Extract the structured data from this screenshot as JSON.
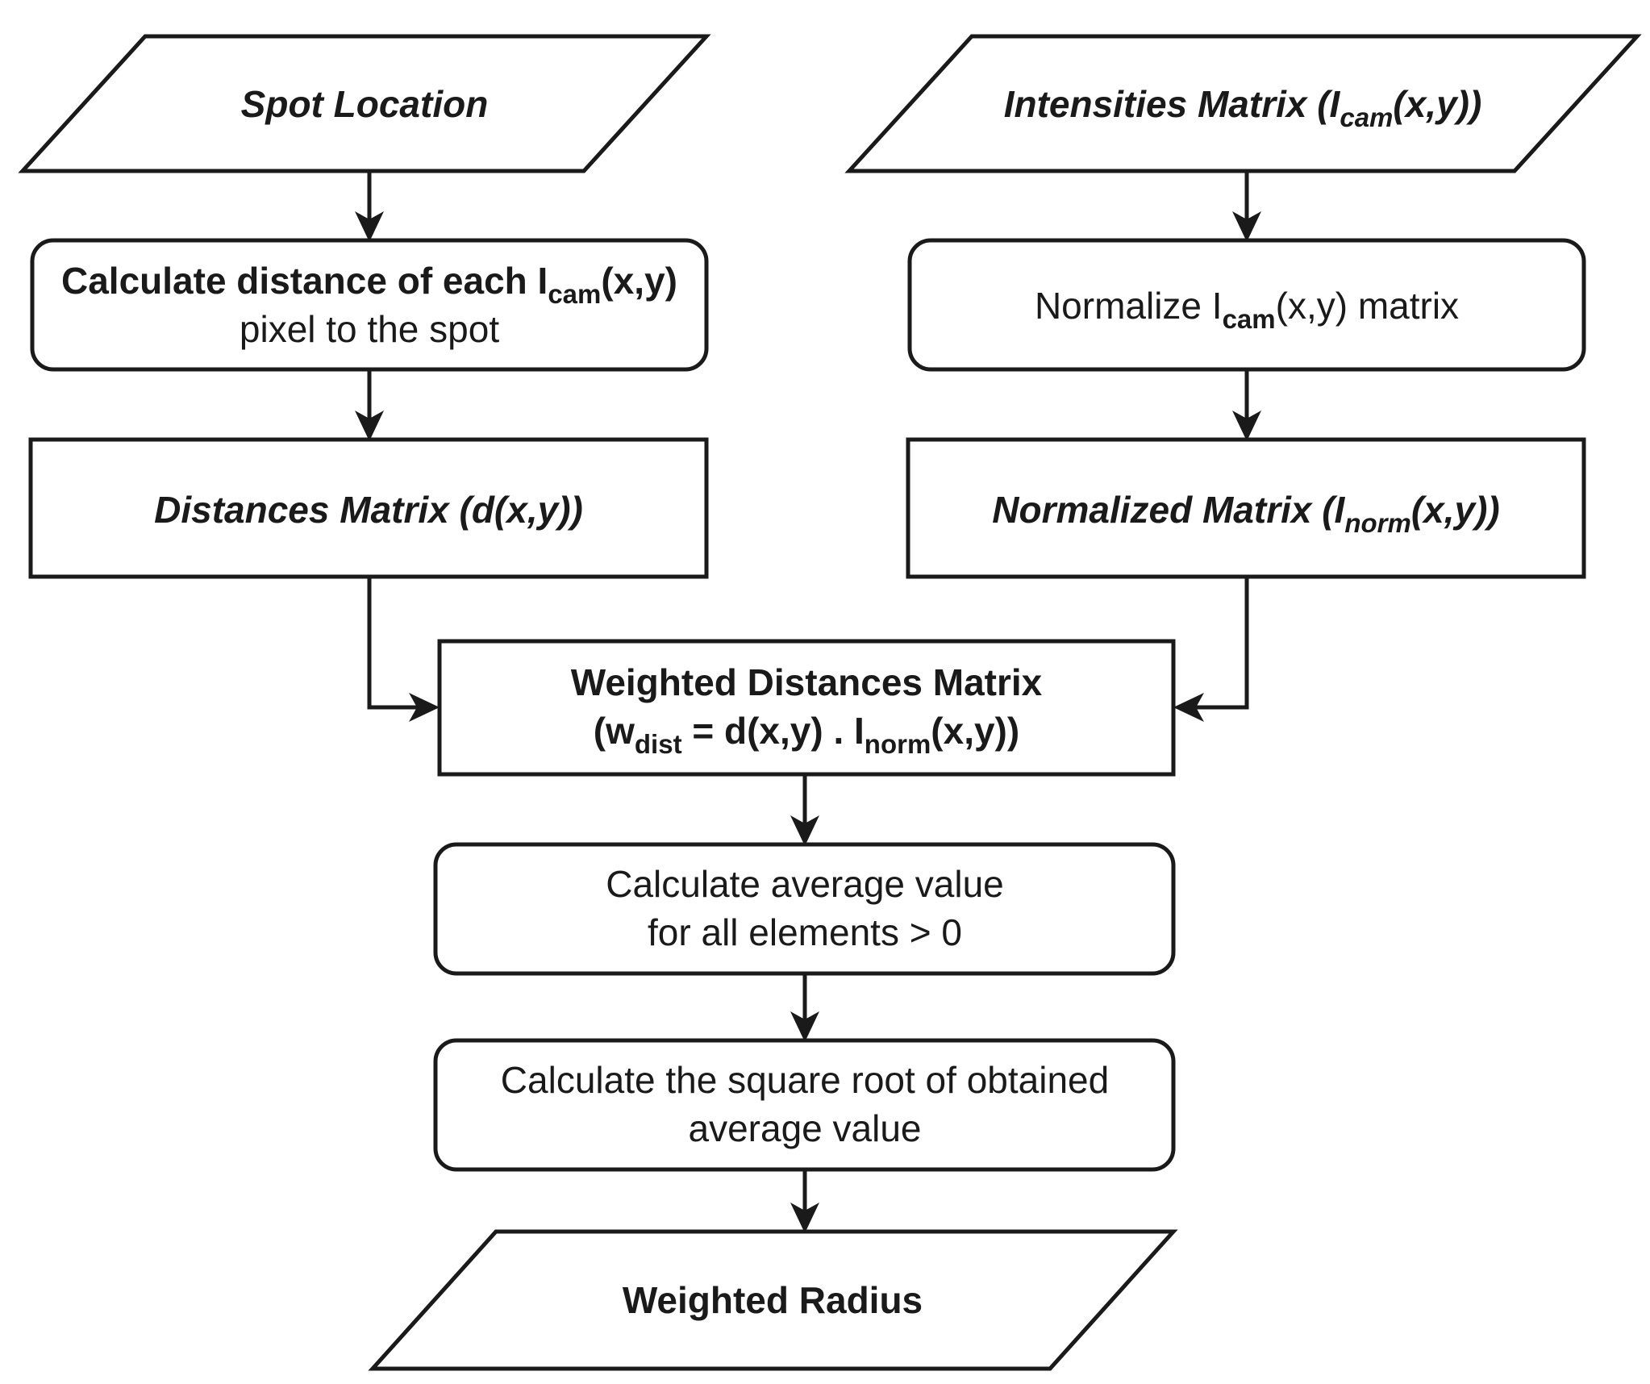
{
  "diagram": {
    "title": "Weighted Radius Calculation Flowchart",
    "type": "flowchart",
    "colors": {
      "stroke": "#1a1a1a",
      "fill": "#ffffff",
      "background": "#ffffff"
    },
    "nodes": [
      {
        "id": "spot-location",
        "shape": "parallelogram",
        "role": "input",
        "text": "Spot Location",
        "lines": [
          "Spot Location"
        ]
      },
      {
        "id": "intensities-matrix",
        "shape": "parallelogram",
        "role": "input",
        "text": "Intensities Matrix (Icam(x,y))",
        "lead": "Intensities Matrix (I",
        "sub": "cam",
        "tail": "(x,y))"
      },
      {
        "id": "calculate-distance",
        "shape": "rounded-rectangle",
        "role": "process",
        "line1_lead": "Calculate distance of each I",
        "line1_sub": "cam",
        "line1_tail": "(x,y)",
        "line2": "pixel to the spot"
      },
      {
        "id": "normalize-matrix",
        "shape": "rounded-rectangle",
        "role": "process",
        "lead": "Normalize I",
        "sub": "cam",
        "tail": "(x,y) matrix"
      },
      {
        "id": "distances-matrix",
        "shape": "rectangle",
        "role": "data",
        "text": "Distances Matrix (d(x,y))"
      },
      {
        "id": "normalized-matrix",
        "shape": "rectangle",
        "role": "data",
        "lead": "Normalized Matrix (I",
        "sub": "norm",
        "tail": "(x,y))"
      },
      {
        "id": "weighted-distances-matrix",
        "shape": "rectangle",
        "role": "data",
        "line1": "Weighted Distances Matrix",
        "line2_a": "(w",
        "line2_sub1": "dist",
        "line2_b": " = d(x,y) . I",
        "line2_sub2": "norm",
        "line2_c": "(x,y))"
      },
      {
        "id": "calculate-average",
        "shape": "rounded-rectangle",
        "role": "process",
        "line1": "Calculate average value",
        "line2": "for all elements > 0"
      },
      {
        "id": "calculate-sqrt",
        "shape": "rounded-rectangle",
        "role": "process",
        "line1": "Calculate the square root of obtained",
        "line2": "average value"
      },
      {
        "id": "weighted-radius",
        "shape": "parallelogram",
        "role": "output",
        "text": "Weighted Radius"
      }
    ],
    "edges": [
      {
        "id": "e1",
        "from": "spot-location",
        "to": "calculate-distance",
        "style": "straight-down"
      },
      {
        "id": "e2",
        "from": "intensities-matrix",
        "to": "normalize-matrix",
        "style": "straight-down"
      },
      {
        "id": "e3",
        "from": "calculate-distance",
        "to": "distances-matrix",
        "style": "straight-down"
      },
      {
        "id": "e4",
        "from": "normalize-matrix",
        "to": "normalized-matrix",
        "style": "straight-down"
      },
      {
        "id": "e5",
        "from": "distances-matrix",
        "to": "weighted-distances-matrix",
        "style": "elbow-right"
      },
      {
        "id": "e6",
        "from": "normalized-matrix",
        "to": "weighted-distances-matrix",
        "style": "elbow-left"
      },
      {
        "id": "e7",
        "from": "weighted-distances-matrix",
        "to": "calculate-average",
        "style": "straight-down"
      },
      {
        "id": "e8",
        "from": "calculate-average",
        "to": "calculate-sqrt",
        "style": "straight-down"
      },
      {
        "id": "e9",
        "from": "calculate-sqrt",
        "to": "weighted-radius",
        "style": "straight-down"
      }
    ]
  }
}
